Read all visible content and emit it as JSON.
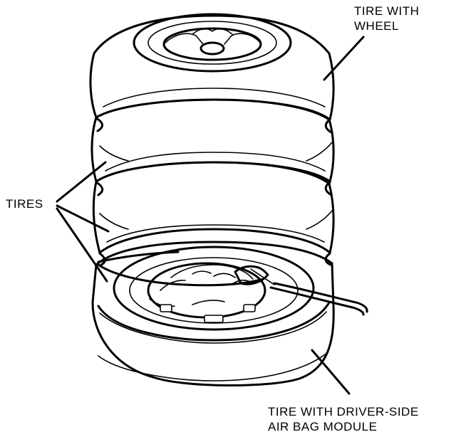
{
  "labels": {
    "tire_with_wheel": [
      "TIRE WITH",
      "WHEEL"
    ],
    "tires": "TIRES",
    "tire_with_airbag": [
      "TIRE WITH DRIVER-SIDE",
      "AIR BAG MODULE"
    ]
  }
}
